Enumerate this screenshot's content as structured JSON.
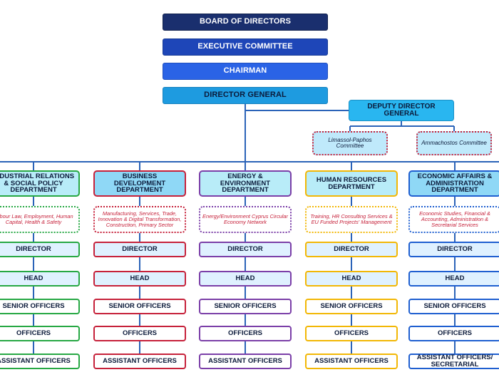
{
  "board": "BOARD OF DIRECTORS",
  "executive": "EXECUTIVE COMMITTEE",
  "chairman": "CHAIRMAN",
  "director_general": "DIRECTOR GENERAL",
  "deputy": "DEPUTY DIRECTOR GENERAL",
  "committees": [
    "Limassol-Paphos Committee",
    "Ammachostos Committee"
  ],
  "colors": {
    "board": "#1a2f6e",
    "executive": "#1e46b8",
    "chairman": "#2a63e6",
    "director_general": "#1e9be0",
    "deputy": "#29b6f0",
    "connector": "#2b63b8",
    "committee_border": "#c6213a"
  },
  "departments": [
    {
      "name": "INDUSTRIAL RELATIONS & SOCIAL POLICY DEPARTMENT",
      "desc": "Labour Law, Employment, Human Capital, Health & Safety",
      "ranks": [
        "DIRECTOR",
        "HEAD",
        "SENIOR OFFICERS",
        "OFFICERS",
        "ASSISTANT OFFICERS"
      ],
      "color": "#27a844",
      "fill": "#b8ecf8"
    },
    {
      "name": "BUSINESS DEVELOPMENT DEPARTMENT",
      "desc": "Manufacturing, Services, Trade, Innovation & Digital Transformation, Construction, Primary Sector",
      "ranks": [
        "DIRECTOR",
        "HEAD",
        "SENIOR OFFICERS",
        "OFFICERS",
        "ASSISTANT OFFICERS"
      ],
      "color": "#c6213a",
      "fill": "#8fd8f6"
    },
    {
      "name": "ENERGY & ENVIRONMENT DEPARTMENT",
      "desc": "Energy/Environment Cyprus Circular Economy Network",
      "ranks": [
        "DIRECTOR",
        "HEAD",
        "SENIOR OFFICERS",
        "OFFICERS",
        "ASSISTANT OFFICERS"
      ],
      "color": "#7b3fa8",
      "fill": "#b8ecf8"
    },
    {
      "name": "HUMAN RESOURCES DEPARTMENT",
      "desc": "Training, HR Consulting Services & EU Funded Projects' Management",
      "ranks": [
        "DIRECTOR",
        "HEAD",
        "SENIOR OFFICERS",
        "OFFICERS",
        "ASSISTANT OFFICERS"
      ],
      "color": "#f2b705",
      "fill": "#b8ecf8"
    },
    {
      "name": "ECONOMIC AFFAIRS & ADMINISTRATION DEPARTMENT",
      "desc": "Economic Studies, Financial & Accounting, Administration & Secretarial Services",
      "ranks": [
        "DIRECTOR",
        "HEAD",
        "SENIOR OFFICERS",
        "OFFICERS",
        "ASSISTANT OFFICERS/ SECRETARIAL"
      ],
      "color": "#1f5fd0",
      "fill": "#8fd8f6"
    }
  ]
}
